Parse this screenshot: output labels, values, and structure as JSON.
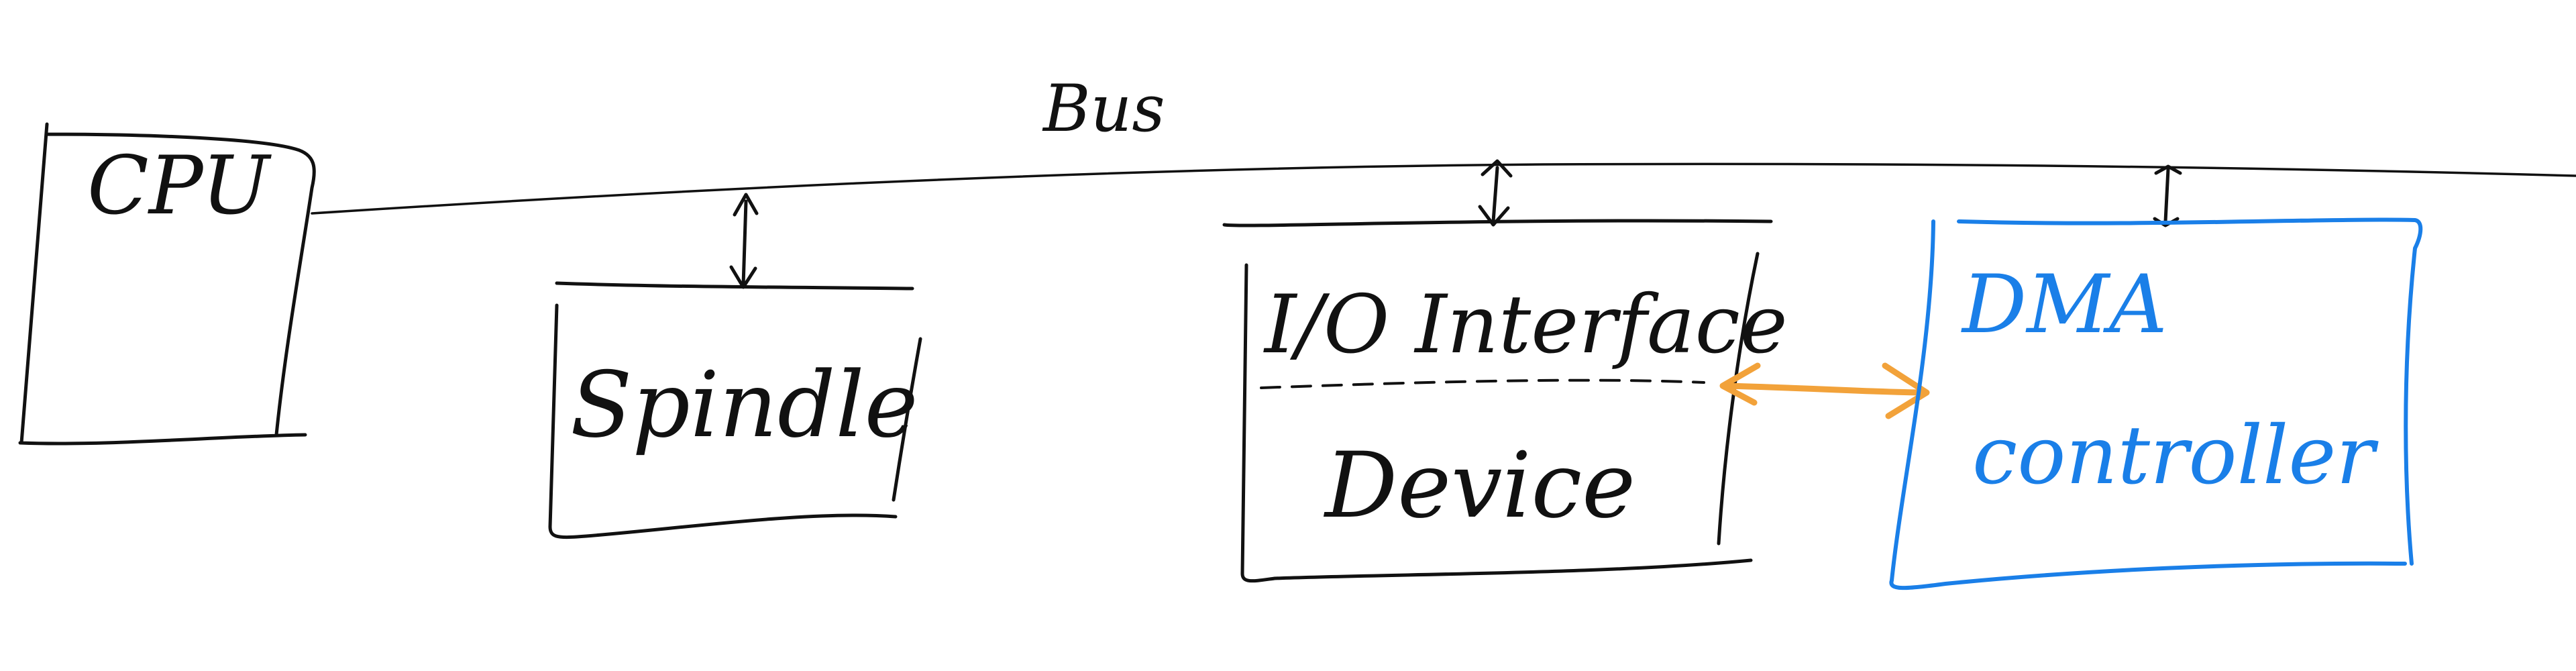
{
  "colors": {
    "ink": "#111111",
    "dma": "#1a7fe8",
    "link": "#f2a23a",
    "background": "#ffffff"
  },
  "bus": {
    "label": "Bus"
  },
  "blocks": {
    "cpu": {
      "label": "CPU"
    },
    "spindle": {
      "label": "Spindle"
    },
    "io_interface": {
      "label": "I/O Interface",
      "device_label": "Device"
    },
    "dma": {
      "line1": "DMA",
      "line2": "controller"
    }
  }
}
